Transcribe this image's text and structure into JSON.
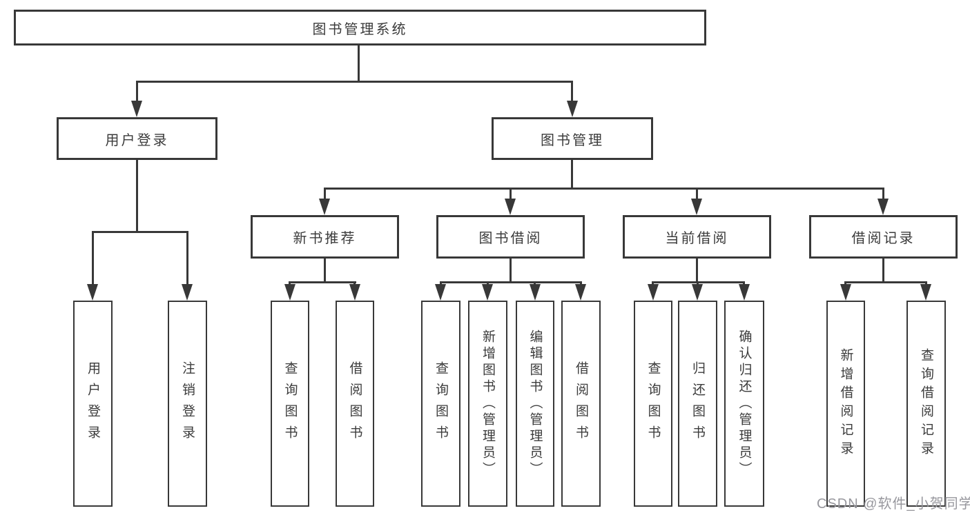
{
  "nodes": {
    "root": "图书管理系统",
    "user_login": "用户登录",
    "book_management": "图书管理",
    "new_book_recommend": "新书推荐",
    "book_borrow": "图书借阅",
    "current_borrow": "当前借阅",
    "borrow_records": "借阅记录",
    "leaf_user_login": "用户登录",
    "leaf_logout": "注销登录",
    "leaf_query_books_a": "查询图书",
    "leaf_borrow_books_a": "借阅图书",
    "leaf_query_books_b": "查询图书",
    "leaf_add_books": "新增图书（管理员）",
    "leaf_edit_books": "编辑图书（管理员）",
    "leaf_borrow_books_b": "借阅图书",
    "leaf_query_books_c": "查询图书",
    "leaf_return_books": "归还图书",
    "leaf_confirm_return": "确认归还（管理员）",
    "leaf_add_borrow_record": "新增借阅记录",
    "leaf_query_borrow_record": "查询借阅记录"
  },
  "watermark": "CSDN @软件_小贺同学",
  "colors": {
    "line": "#383838",
    "text": "#3b3b3b",
    "watermark": "#97979d",
    "background": "#ffffff"
  }
}
